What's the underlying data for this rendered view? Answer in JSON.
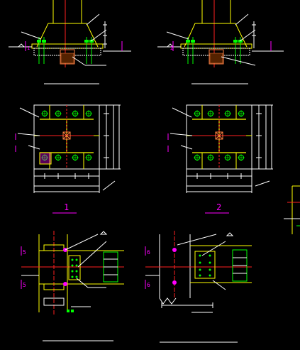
{
  "colors": {
    "background": "#000000",
    "steel": "#ffff00",
    "dimension": "#ffffff",
    "centerline": "#ff2020",
    "bolt": "#00ff00",
    "section_mark": "#ff00ff",
    "anchor": "#00ffff",
    "stiffener": "#ff00ff"
  },
  "views": {
    "base_a": {
      "label": "1"
    },
    "base_b": {
      "label": "2"
    },
    "plan_a": {
      "label": "1"
    },
    "plan_b": {
      "label": "2"
    },
    "splice_a": {
      "section_top": "5",
      "section_bottom": "5"
    },
    "splice_b": {
      "section_top": "6",
      "section_bottom": "6"
    }
  }
}
